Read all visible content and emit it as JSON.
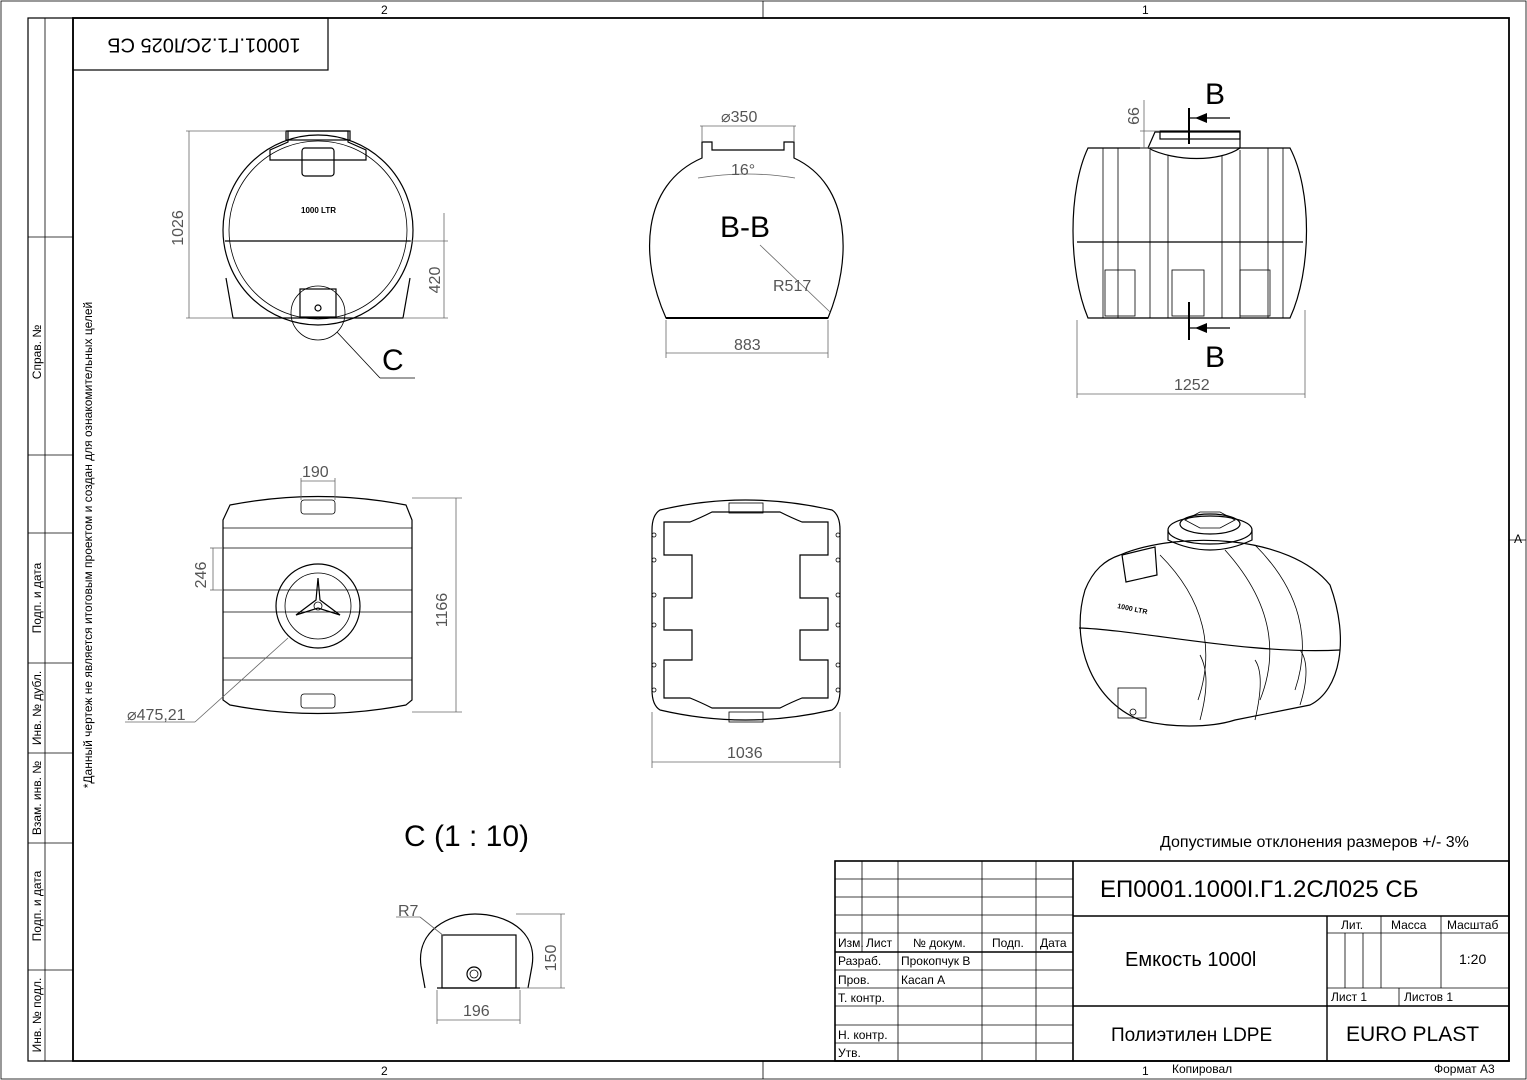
{
  "zones": {
    "top_left": "2",
    "top_right": "1",
    "bottom_left": "2",
    "bottom_right": "1",
    "right_edge": "A"
  },
  "upside_code": "10001.Г1.2СЛ025 СБ",
  "side_stamps": [
    "Справ. №",
    "Подп. и дата",
    "Инв. № дубл.",
    "Взам. инв. №",
    "Подп. и дата",
    "Инв. № подл."
  ],
  "side_note": "*Данный чертеж не является итоговым проектом и создан для ознакомительных целей",
  "views": {
    "front": {
      "height_dim": "1026",
      "lower_dim": "420",
      "tank_label": "1000 LTR",
      "detail_callout": "C"
    },
    "section": {
      "title": "B-B",
      "diameter": "350",
      "angle": "16°",
      "radius": "R517",
      "width": "883"
    },
    "side": {
      "cut_top": "B",
      "cut_bottom": "B",
      "neck_dim": "66",
      "length": "1252"
    },
    "top": {
      "width_dim": "190",
      "band_dim": "246",
      "length": "1166",
      "lid_diameter": "475,21"
    },
    "bottom": {
      "width": "1036"
    },
    "iso": {
      "tank_label": "1000 LTR"
    },
    "detail": {
      "title": "C (1 : 10)",
      "radius": "R7",
      "height": "150",
      "width": "196"
    }
  },
  "tolerance_note": "Допустимые отклонения размеров +/- 3%",
  "title_block": {
    "designation": "ЕП0001.1000I.Г1.2СЛ025 СБ",
    "name": "Емкость 1000l",
    "material": "Полиэтилен LDPE",
    "company": "EURO PLAST",
    "headers": {
      "izm": "Изм.",
      "list": "Лист",
      "doc": "№ докум.",
      "sign": "Подп.",
      "date": "Дата"
    },
    "roles": {
      "razrab": "Разраб.",
      "prov": "Пров.",
      "tkontr": "Т. контр.",
      "nkontr": "Н. контр.",
      "utv": "Утв."
    },
    "people": {
      "razrab": "Прокопчук В",
      "prov": "Касап А"
    },
    "lit": "Лит.",
    "massa": "Масса",
    "masshtab": "Масштаб",
    "scale": "1:20",
    "sheet": "Лист 1",
    "sheets": "Листов 1",
    "copied": "Копировал",
    "format": "Формат А3"
  }
}
